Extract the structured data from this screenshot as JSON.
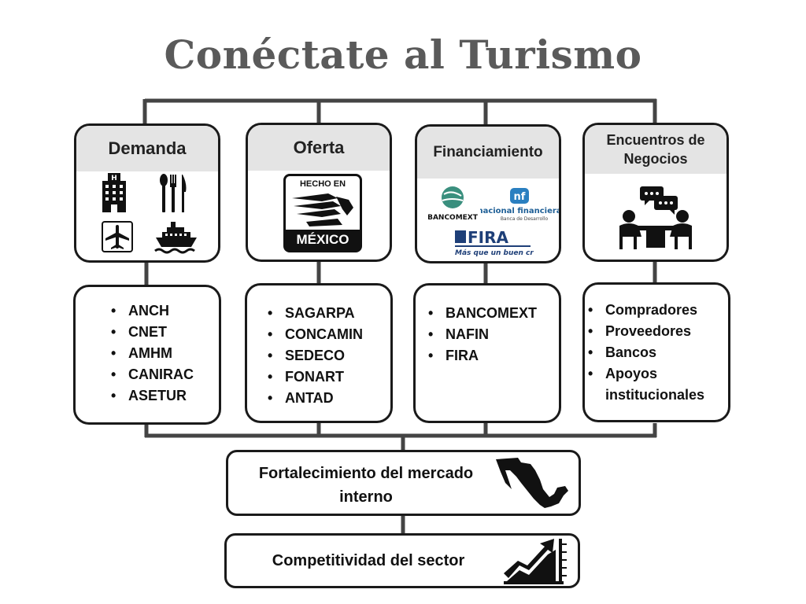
{
  "title": "Conéctate al Turismo",
  "columns": [
    {
      "header": "Demanda",
      "items": [
        "ANCH",
        "CNET",
        "AMHM",
        "CANIRAC",
        "ASETUR"
      ]
    },
    {
      "header": "Oferta",
      "logo_text": {
        "line1": "HECHO EN",
        "line2": "MÉXICO"
      },
      "items": [
        "SAGARPA",
        "CONCAMIN",
        "SEDECO",
        "FONART",
        "ANTAD"
      ]
    },
    {
      "header": "Financiamiento",
      "logos": {
        "bancomext": "BANCOMEXT",
        "nafin": "nacional financiera",
        "nafin_sub": "Banca de Desarrollo",
        "fira": "FIRA",
        "fira_sub": "Más que un buen crédito"
      },
      "items": [
        "BANCOMEXT",
        "NAFIN",
        "FIRA"
      ]
    },
    {
      "header": "Encuentros de Negocios",
      "items": [
        "Compradores",
        "Proveedores",
        "Bancos",
        "Apoyos institucionales"
      ]
    }
  ],
  "outcome1": "Fortalecimiento del mercado interno",
  "outcome2": "Competitividad del sector",
  "icons": [
    "hotel-icon",
    "cutlery-icon",
    "airplane-icon",
    "ship-icon",
    "hecho-en-mexico-logo",
    "bancomext-logo",
    "nafin-logo",
    "fira-logo",
    "business-meeting-icon",
    "mexico-map-icon",
    "growth-chart-icon"
  ]
}
